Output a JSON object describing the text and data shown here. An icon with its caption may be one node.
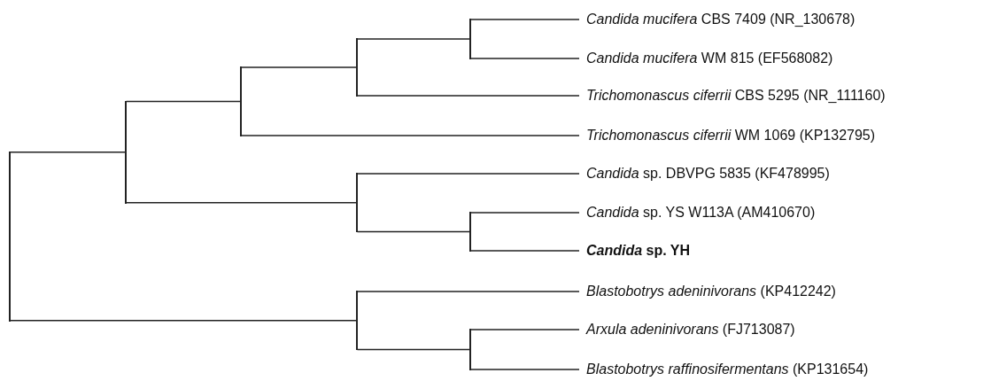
{
  "diagram": {
    "nodes": [
      {
        "text": [
          "*Candida mucifera* CBS 7409 (NR_130678)"
        ]
      },
      {
        "text": [
          "*Candida mucifera* WM 815 (EF568082)"
        ]
      },
      {
        "text": [
          "*Trichomonascus ciferrii* CBS 5295 (NR_111160)"
        ]
      },
      {
        "text": [
          "*Trichomonascus ciferrii* WM 1069 (KP132795)"
        ]
      },
      {
        "text": [
          "*Candida* sp. DBVPG 5835 (KF478995)"
        ]
      },
      {
        "text": [
          "*Candida* sp. YS W113A (AM410670)"
        ]
      },
      {
        "text": [
          "*Candida* sp. YH"
        ]
      },
      {
        "text": [
          "*Blastobotrys adeninivorans* (KP412242)"
        ]
      },
      {
        "text": [
          "*Arxula adeninivorans* (FJ713087)"
        ]
      },
      {
        "text": [
          "*Blastobotrys raffinosifermentans* (KP131654)"
        ]
      },
      {
        "text": [],
        "shape": "bar"
      },
      {
        "text": [],
        "shape": "bar"
      },
      {
        "text": [],
        "shape": "bar"
      },
      {
        "text": [],
        "shape": "bar"
      },
      {
        "text": [],
        "shape": "bar"
      },
      {
        "text": [],
        "shape": "bar"
      },
      {
        "text": [],
        "shape": "bar"
      },
      {
        "text": [],
        "shape": "bar"
      },
      {
        "text": [],
        "shape": "bar"
      }
    ],
    "edges": [
      {
        "from": 10,
        "to": 11,
        "arrow": "none"
      },
      {
        "from": 10,
        "to": 17,
        "arrow": "none"
      },
      {
        "from": 11,
        "to": 12,
        "arrow": "none"
      },
      {
        "from": 11,
        "to": 15,
        "arrow": "none"
      },
      {
        "from": 12,
        "to": 13,
        "arrow": "none"
      },
      {
        "from": 12,
        "to": 3,
        "arrow": "none"
      },
      {
        "from": 13,
        "to": 14,
        "arrow": "none"
      },
      {
        "from": 13,
        "to": 2,
        "arrow": "none"
      },
      {
        "from": 14,
        "to": 0,
        "arrow": "none"
      },
      {
        "from": 14,
        "to": 1,
        "arrow": "none"
      },
      {
        "from": 15,
        "to": 4,
        "arrow": "none"
      },
      {
        "from": 15,
        "to": 16,
        "arrow": "none"
      },
      {
        "from": 16,
        "to": 5,
        "arrow": "none"
      },
      {
        "from": 16,
        "to": 6,
        "arrow": "none"
      },
      {
        "from": 17,
        "to": 7,
        "arrow": "none"
      },
      {
        "from": 17,
        "to": 18,
        "arrow": "none"
      },
      {
        "from": 18,
        "to": 8,
        "arrow": "none"
      },
      {
        "from": 18,
        "to": 9,
        "arrow": "none"
      }
    ]
  }
}
